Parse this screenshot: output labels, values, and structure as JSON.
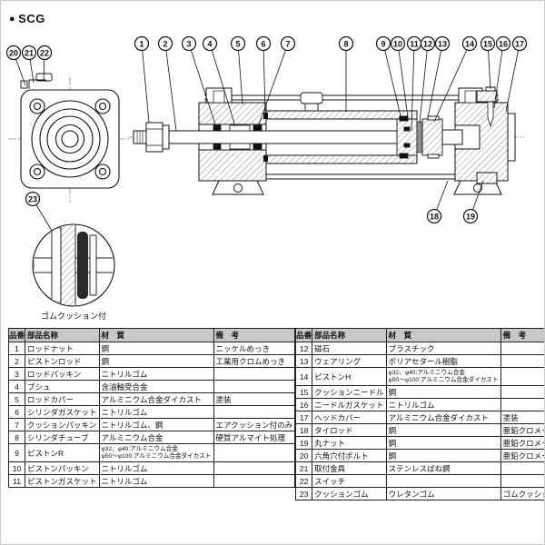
{
  "header": {
    "bullet": "●",
    "series": "SCG"
  },
  "drawing": {
    "detail_caption": "ゴムクッション付",
    "balloon_labels": [
      "20",
      "21",
      "22",
      "1",
      "2",
      "3",
      "4",
      "5",
      "6",
      "7",
      "8",
      "9",
      "10",
      "11",
      "12",
      "13",
      "14",
      "15",
      "16",
      "17",
      "18",
      "19",
      "23"
    ]
  },
  "table": {
    "headers": [
      "品番",
      "部品名称",
      "材　質",
      "備　考"
    ],
    "left_rows": [
      {
        "no": "1",
        "name": "ロッドナット",
        "material": "鋼",
        "note": "ニッケルめっき"
      },
      {
        "no": "2",
        "name": "ピストンロッド",
        "material": "鋼",
        "note": "工業用クロムめっき"
      },
      {
        "no": "3",
        "name": "ロッドパッキン",
        "material": "ニトリルゴム",
        "note": ""
      },
      {
        "no": "4",
        "name": "ブシュ",
        "material": "含油軸受合金",
        "note": ""
      },
      {
        "no": "5",
        "name": "ロッドカバー",
        "material": "アルミニウム合金ダイカスト",
        "note": "塗装"
      },
      {
        "no": "6",
        "name": "シリンダガスケット",
        "material": "ニトリルゴム",
        "note": ""
      },
      {
        "no": "7",
        "name": "クッションパッキン",
        "material": "ニトリルゴム、鋼",
        "note": "エアクッション付のみ"
      },
      {
        "no": "8",
        "name": "シリンダチューブ",
        "material": "アルミニウム合金",
        "note": "硬質アルマイト処理"
      },
      {
        "no": "9",
        "name": "ピストンR",
        "material": "φ32、φ40:アルミニウム合金",
        "material2": "φ50〜φ100:アルミニウム合金ダイカスト",
        "note": ""
      },
      {
        "no": "10",
        "name": "ピストンパッキン",
        "material": "ニトリルゴム",
        "note": ""
      },
      {
        "no": "11",
        "name": "ピストンガスケット",
        "material": "ニトリルゴム",
        "note": ""
      }
    ],
    "right_rows": [
      {
        "no": "12",
        "name": "磁石",
        "material": "プラスチック",
        "note": ""
      },
      {
        "no": "13",
        "name": "ウェアリング",
        "material": "ポリアセタール樹脂",
        "note": ""
      },
      {
        "no": "14",
        "name": "ピストンH",
        "material": "φ32、φ40:アルミニウム合金",
        "material2": "φ50〜φ100:アルミニウム合金ダイカスト",
        "note": ""
      },
      {
        "no": "15",
        "name": "クッションニードル",
        "material": "鋼",
        "note": ""
      },
      {
        "no": "16",
        "name": "ニードルガスケット",
        "material": "ニトリルゴム",
        "note": ""
      },
      {
        "no": "17",
        "name": "ヘッドカバー",
        "material": "アルミニウム合金ダイカスト",
        "note": "塗装"
      },
      {
        "no": "18",
        "name": "タイロッド",
        "material": "鋼",
        "note": "亜鉛クロメート処理"
      },
      {
        "no": "19",
        "name": "丸ナット",
        "material": "鋼",
        "note": "亜鉛クロメート処理"
      },
      {
        "no": "20",
        "name": "六角穴付ボルト",
        "material": "鋼",
        "note": "亜鉛クロメート処理"
      },
      {
        "no": "21",
        "name": "取付金具",
        "material": "ステンレスばね鋼",
        "note": ""
      },
      {
        "no": "22",
        "name": "スイッチ",
        "material": "",
        "note": ""
      },
      {
        "no": "23",
        "name": "クッションゴム",
        "material": "ウレタンゴム",
        "note": "ゴムクッション付のみ"
      }
    ]
  }
}
